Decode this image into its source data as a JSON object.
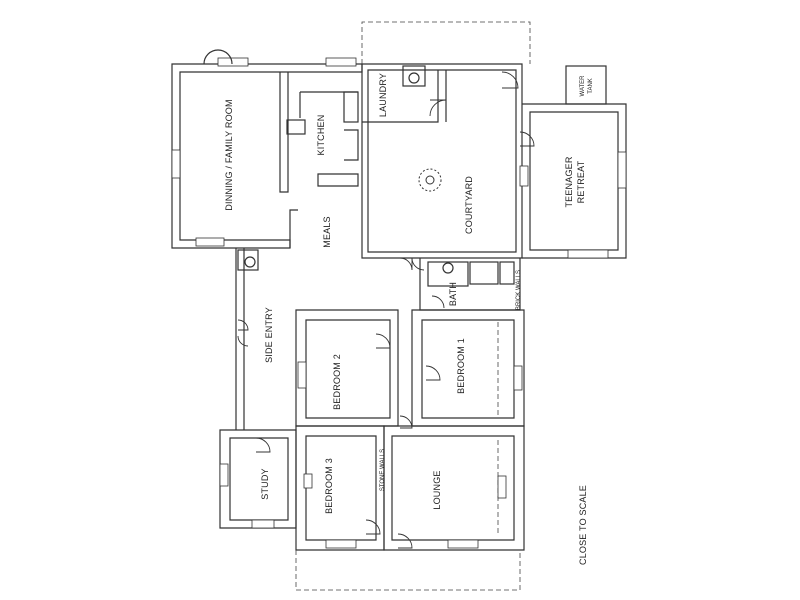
{
  "rooms": {
    "dining_family": "DINNING / FAMILY ROOM",
    "kitchen": "KITCHEN",
    "laundry": "LAUNDRY",
    "courtyard": "COURTYARD",
    "teenager_retreat_line1": "TEENAGER",
    "teenager_retreat_line2": "RETREAT",
    "meals": "MEALS",
    "side_entry": "SIDE ENTRY",
    "bath": "BATH",
    "bedroom1": "BEDROOM 1",
    "bedroom2": "BEDROOM 2",
    "bedroom3": "BEDROOM 3",
    "study": "STUDY",
    "lounge": "LOUNGE"
  },
  "annotations": {
    "water_tank_line1": "WATER",
    "water_tank_line2": "TANK",
    "stone_walls": "STONE WALLS",
    "brick_walls": "BRICK WALLS",
    "scale_note": "CLOSE TO SCALE"
  }
}
